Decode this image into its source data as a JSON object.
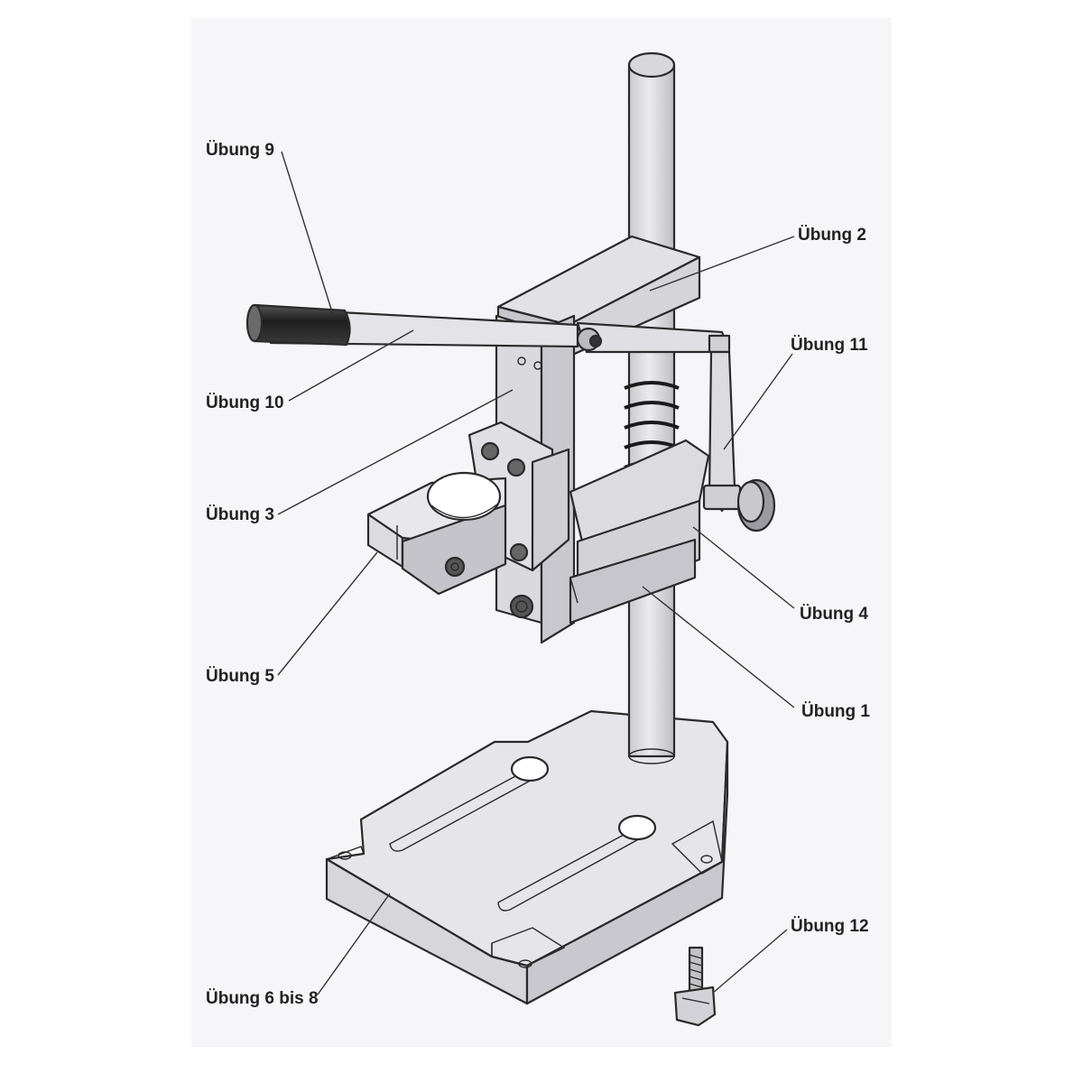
{
  "labels": {
    "u9": "Übung 9",
    "u10": "Übung 10",
    "u3": "Übung 3",
    "u5": "Übung 5",
    "u6": "Übung 6 bis 8",
    "u2": "Übung 2",
    "u11": "Übung 11",
    "u4": "Übung 4",
    "u1": "Übung 1",
    "u12": "Übung 12"
  },
  "colors": {
    "sheet": "#f6f6f8",
    "metal_light": "#e6e6e8",
    "metal_mid": "#d2d2d6",
    "metal_dark": "#b8b8be",
    "grip": "#2b2b2b",
    "spring": "#1a1a1a"
  }
}
